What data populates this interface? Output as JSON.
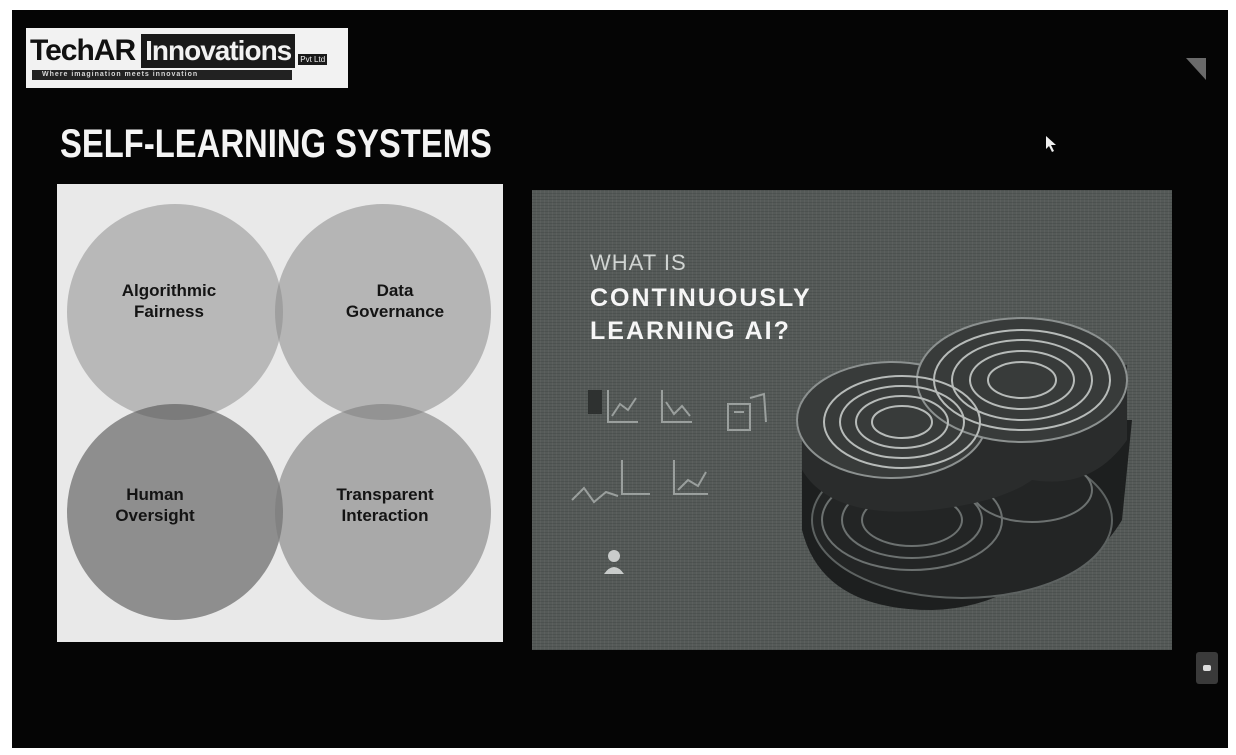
{
  "logo": {
    "name_part1": "TechAR",
    "name_part2": "Innovations",
    "suffix": "Pvt Ltd",
    "tagline": "Where imagination meets innovation"
  },
  "slide": {
    "title": "SELF-LEARNING SYSTEMS"
  },
  "venn": {
    "circles": [
      {
        "label_line1": "Algorithmic",
        "label_line2": "Fairness"
      },
      {
        "label_line1": "Data",
        "label_line2": "Governance"
      },
      {
        "label_line1": "Human",
        "label_line2": "Oversight"
      },
      {
        "label_line1": "Transparent",
        "label_line2": "Interaction"
      }
    ]
  },
  "ai_graphic": {
    "heading_small": "WHAT IS",
    "heading_big": "CONTINUOUSLY\nLEARNING AI?"
  },
  "icons": {
    "corner": "corner-triangle-icon",
    "cursor": "mouse-cursor-icon",
    "person": "person-icon",
    "side": "side-button-icon"
  }
}
